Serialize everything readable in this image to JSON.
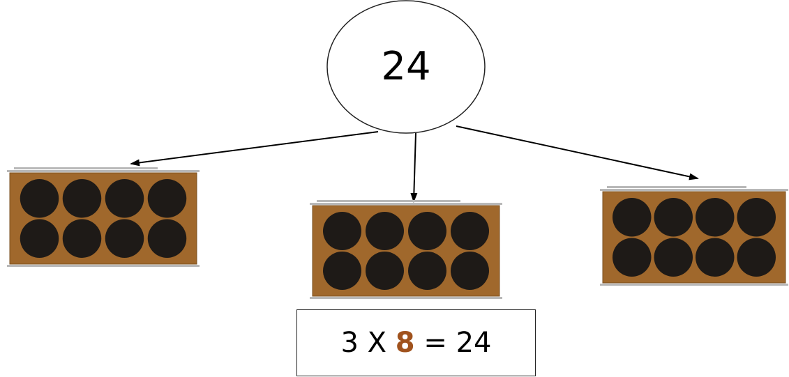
{
  "total": "24",
  "equation": {
    "left": "3",
    "times": "X",
    "factor": "8",
    "equals": "=",
    "result": "24"
  },
  "colors": {
    "tray": "#a0682c",
    "tray_dark": "#7a4f1f",
    "counter": "#1e1a17",
    "rim": "#b8b8b8",
    "factor_highlight": "#a0521d",
    "arrow": "#000000"
  },
  "groups": [
    {
      "counters": 8,
      "rows": 2,
      "cols": 4
    },
    {
      "counters": 8,
      "rows": 2,
      "cols": 4
    },
    {
      "counters": 8,
      "rows": 2,
      "cols": 4
    }
  ]
}
